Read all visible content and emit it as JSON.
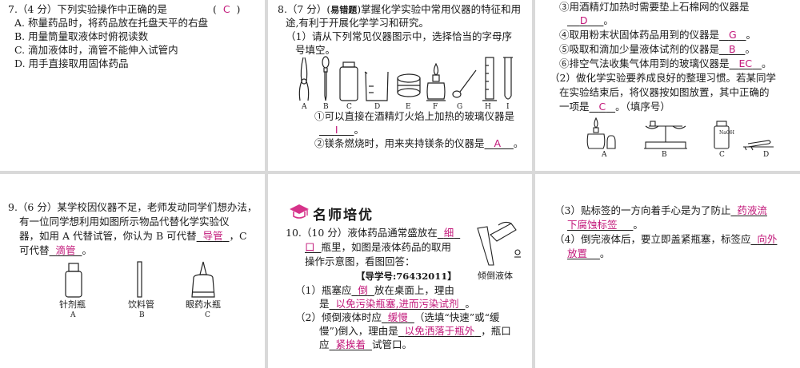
{
  "q7": {
    "stem": "7.（4 分）下列实验操作中正确的是",
    "answer": "C",
    "options": [
      "A. 称量药品时，将药品放在托盘天平的右盘",
      "B. 用量筒量取液体时俯视读数",
      "C. 滴加液体时，滴管不能伸入试管内",
      "D. 用手直接取用固体药品"
    ]
  },
  "q8": {
    "line1_pre": "8.（7 分）(",
    "tag": "易错题",
    "line1_post": ")掌握化学实验中常用仪器的特征和用",
    "line2": "途,有利于开展化学学习和研究。",
    "sub1_line1": "（1）请从下列常见仪器图示中，选择恰当的字母序",
    "sub1_line2": "号填空。",
    "letters": [
      "A",
      "B",
      "C",
      "D",
      "E",
      "F",
      "G",
      "H",
      "I"
    ],
    "item1_line1": "①可以直接在酒精灯火焰上加热的玻璃仪器是",
    "item1_answer": "I",
    "item2_pre": "②镁条燃烧时，用来夹持镁条的仪器是",
    "item2_answer": "A"
  },
  "q8cont": {
    "item3_line1": "③用酒精灯加热时需要垫上石棉网的仪器是",
    "item3_answer": "D",
    "item4_pre": "④取用粉末状固体药品用到的仪器是",
    "item4_answer": "G",
    "item5_pre": "⑤吸取和滴加少量液体试剂的仪器是",
    "item5_answer": "B",
    "item6_pre": "⑥排空气法收集气体用到的玻璃仪器是",
    "item6_answer": "EC",
    "sub2_line1": "（2）做化学实验要养成良好的整理习惯。若某同学",
    "sub2_line2": "在实验结束后，将仪器按如图放置，其中正确的",
    "sub2_line3_pre": "一项是",
    "sub2_answer": "C",
    "sub2_line3_post": "。（填序号）",
    "figure_letters": [
      "A",
      "B",
      "C",
      "D"
    ],
    "naoh_label": "NaOH"
  },
  "q9": {
    "line1": "9.（6 分）某学校因仪器不足，老师发动同学们想办法，",
    "line2": "有一位同学想利用如图所示物品代替化学实验仪",
    "line3_pre": "器，如用 A 代替试管，你认为 B 可代替",
    "answer_b": "导管",
    "line3_post": "，C",
    "line4_pre": "可代替",
    "answer_c": "滴管",
    "items": [
      {
        "name": "针剂瓶",
        "letter": "A"
      },
      {
        "name": "饮料管",
        "letter": "B"
      },
      {
        "name": "眼药水瓶",
        "letter": "C"
      }
    ]
  },
  "q10": {
    "banner": "名师培优",
    "line1_pre": "10.（10 分）液体药品通常盛放在",
    "answer_bottle_1": "细",
    "answer_bottle_2": "口",
    "line2_post": "瓶里，如图是液体药品的取用",
    "line3": "操作示意图，看图回答：",
    "figure_caption": "倾倒液体",
    "code": "【导学号:76432011】",
    "s1_pre": "（1）瓶塞应",
    "s1_answer": "倒",
    "s1_post": "放在桌面上，理由",
    "s1b_pre": "是",
    "s1b_answer": "以免污染瓶塞,进而污染试剂",
    "s2_pre": "（2）倾倒液体时应",
    "s2_answer": "缓慢",
    "s2_post": "（选填“快速”或“缓",
    "s2b_pre": "慢”)倒入，理由是",
    "s2b_answer": "以免洒落于瓶外",
    "s2b_post": "，瓶口",
    "s2c_pre": "应",
    "s2c_answer": "紧挨着",
    "s2c_post": "试管口。"
  },
  "q10cont": {
    "s3_pre": "（3）贴标签的一方向着手心是为了防止",
    "s3_answer_1": "药液流",
    "s3_answer_2": "下腐蚀标签",
    "s4_pre": "（4）倒完液体后，要立即盖紧瓶塞，标签应",
    "s4_answer_1": "向外",
    "s4_answer_2": "放置"
  },
  "colors": {
    "answer": "#c2187a",
    "banner": "#d6338a",
    "gutter": "#d9d9d9"
  }
}
